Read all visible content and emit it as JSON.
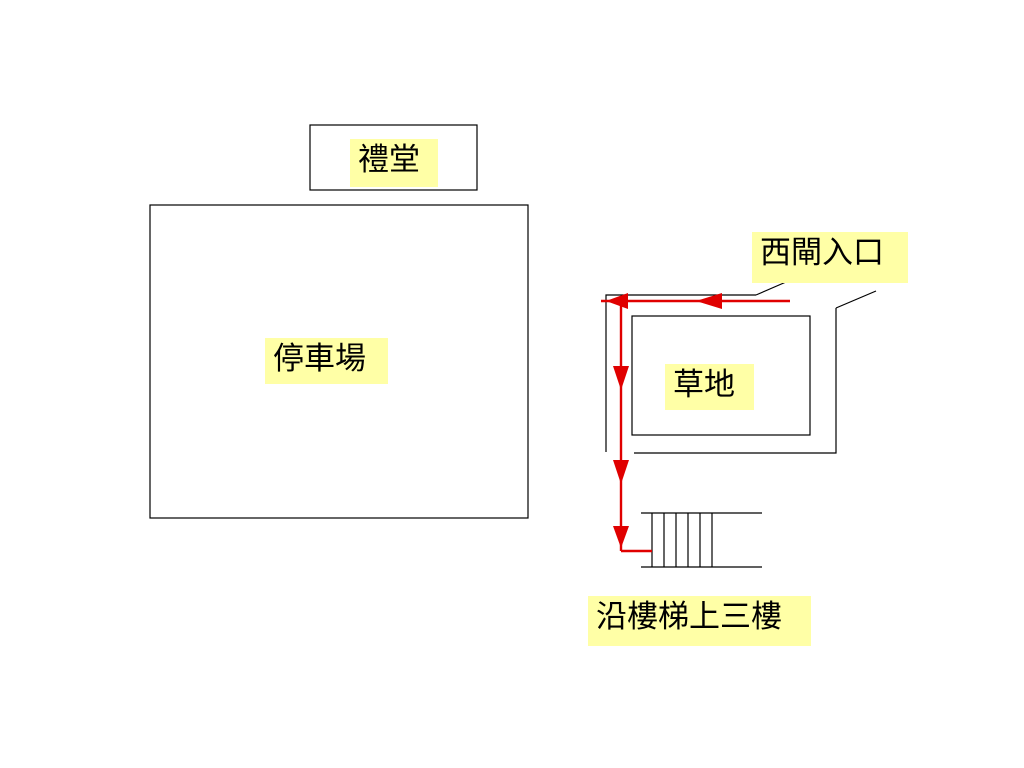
{
  "labels": {
    "chapel": "禮堂",
    "parking_lot": "停車場",
    "lawn": "草地",
    "west_gate_entrance": "西閘入口",
    "stairs_instruction": "沿樓梯上三樓"
  },
  "colors": {
    "outline": "#000000",
    "route_arrow": "#e00000",
    "label_highlight": "#ffffa6",
    "background": "#ffffff"
  }
}
